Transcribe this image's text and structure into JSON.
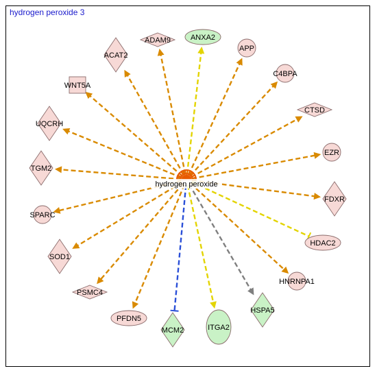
{
  "title": "hydrogen peroxide 3",
  "hub": {
    "label": "hydrogen peroxide"
  },
  "colors": {
    "up_fill": "#f7d9d6",
    "down_fill": "#c9f2c6",
    "node_stroke": "#8a6b6b",
    "edge_orange": "#d98a00",
    "edge_yellow": "#e3d400",
    "edge_blue": "#2b50d8",
    "edge_gray": "#7f7f7f",
    "hub_color": "#e85a00"
  },
  "nodes": [
    {
      "id": "anxa2",
      "label": "ANXA2",
      "shape": "ellipse",
      "fill": "down",
      "edge": "yellow",
      "arrow": "activate"
    },
    {
      "id": "adam9",
      "label": "ADAM9",
      "shape": "diamond",
      "fill": "up",
      "edge": "orange",
      "arrow": "activate"
    },
    {
      "id": "acat2",
      "label": "ACAT2",
      "shape": "diamond-tall",
      "fill": "up",
      "edge": "orange",
      "arrow": "activate"
    },
    {
      "id": "wnt5a",
      "label": "WNT5A",
      "shape": "square",
      "fill": "up",
      "edge": "orange",
      "arrow": "activate"
    },
    {
      "id": "uqcrh",
      "label": "UQCRH",
      "shape": "diamond-tall",
      "fill": "up",
      "edge": "orange",
      "arrow": "activate"
    },
    {
      "id": "tgm2",
      "label": "TGM2",
      "shape": "diamond-tall",
      "fill": "up",
      "edge": "orange",
      "arrow": "activate"
    },
    {
      "id": "sparc",
      "label": "SPARC",
      "shape": "circle",
      "fill": "up",
      "edge": "orange",
      "arrow": "activate"
    },
    {
      "id": "sod1",
      "label": "SOD1",
      "shape": "diamond-tall",
      "fill": "up",
      "edge": "orange",
      "arrow": "activate"
    },
    {
      "id": "psmc4",
      "label": "PSMC4",
      "shape": "diamond",
      "fill": "up",
      "edge": "orange",
      "arrow": "activate"
    },
    {
      "id": "pfdn5",
      "label": "PFDN5",
      "shape": "ellipse",
      "fill": "up",
      "edge": "orange",
      "arrow": "activate"
    },
    {
      "id": "mcm2",
      "label": "MCM2",
      "shape": "diamond-tall",
      "fill": "down",
      "edge": "blue",
      "arrow": "inhibit"
    },
    {
      "id": "itga2",
      "label": "ITGA2",
      "shape": "ellipse-tall",
      "fill": "down",
      "edge": "yellow",
      "arrow": "activate"
    },
    {
      "id": "hspa5",
      "label": "HSPA5",
      "shape": "diamond-tall",
      "fill": "down",
      "edge": "gray",
      "arrow": "activate"
    },
    {
      "id": "hnrnpa1",
      "label": "HNRNPA1",
      "shape": "circle",
      "fill": "up",
      "edge": "orange",
      "arrow": "activate"
    },
    {
      "id": "hdac2",
      "label": "HDAC2",
      "shape": "ellipse",
      "fill": "up",
      "edge": "yellow",
      "arrow": "inhibit"
    },
    {
      "id": "fdxr",
      "label": "FDXR",
      "shape": "diamond-tall",
      "fill": "up",
      "edge": "orange",
      "arrow": "activate"
    },
    {
      "id": "ezr",
      "label": "EZR",
      "shape": "circle",
      "fill": "up",
      "edge": "orange",
      "arrow": "activate"
    },
    {
      "id": "ctsd",
      "label": "CTSD",
      "shape": "diamond",
      "fill": "up",
      "edge": "orange",
      "arrow": "activate"
    },
    {
      "id": "c4bpa",
      "label": "C4BPA",
      "shape": "circle",
      "fill": "up",
      "edge": "orange",
      "arrow": "activate"
    },
    {
      "id": "app",
      "label": "APP",
      "shape": "circle",
      "fill": "up",
      "edge": "orange",
      "arrow": "activate"
    }
  ]
}
